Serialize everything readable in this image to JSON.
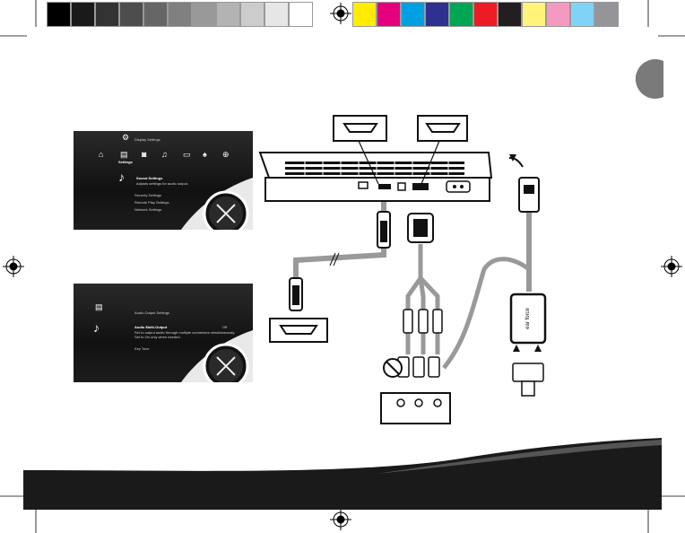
{
  "swatches": {
    "grays": [
      "#000000",
      "#1a1a1a",
      "#333333",
      "#4d4d4d",
      "#666666",
      "#808080",
      "#999999",
      "#b3b3b3",
      "#cccccc",
      "#e6e6e6",
      "#ffffff"
    ],
    "colors": [
      "#ffec00",
      "#e5007e",
      "#00a0e3",
      "#2e3192",
      "#00a651",
      "#ed1c24",
      "#231f20",
      "#fff37a",
      "#f49ac1",
      "#7fd3f7",
      "#939598"
    ]
  },
  "menu1": {
    "display_settings": "Display Settings",
    "settings": "Settings",
    "sound_settings": "Sound Settings",
    "sound_settings_desc": "Adjusts settings for audio output.",
    "security_settings": "Security Settings",
    "remote_play_settings": "Remote Play Settings",
    "network_settings": "Network Settings"
  },
  "menu2": {
    "audio_output_settings": "Audio Output Settings",
    "audio_multi_output": "Audio Multi-Output",
    "audio_multi_output_value": "Off",
    "audio_multi_output_desc1": "Set to output audio through multiple connectors simultaneously.",
    "audio_multi_output_desc2": "Set to On only when needed.",
    "key_tone": "Key Tone"
  },
  "device_label": "ear force"
}
